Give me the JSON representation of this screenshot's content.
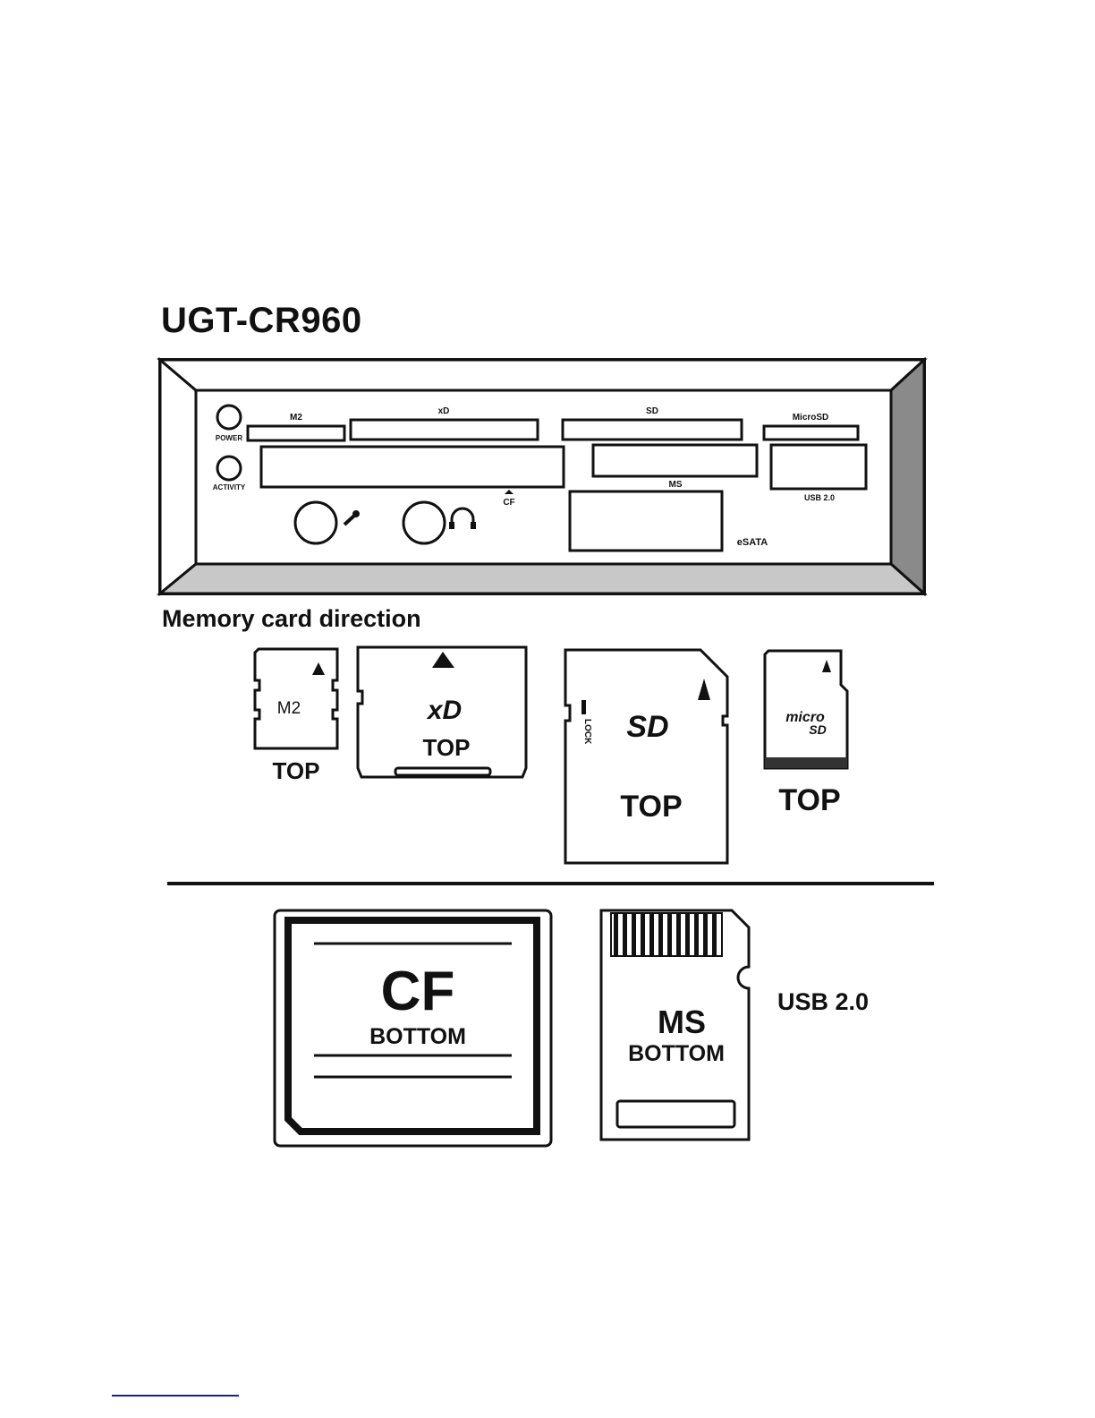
{
  "page": {
    "title": "UGT-CR960",
    "section_heading": "Memory card direction",
    "interface_label": "USB 2.0"
  },
  "panel": {
    "led_power": "POWER",
    "led_activity": "ACTIVITY",
    "slot_m2": "M2",
    "slot_xd": "xD",
    "slot_sd": "SD",
    "slot_microsd": "MicroSD",
    "slot_cf": "CF",
    "slot_ms": "MS",
    "port_usb": "USB 2.0",
    "port_esata": "eSATA"
  },
  "cards": {
    "m2": {
      "face_label": "M2",
      "side": "TOP"
    },
    "xd": {
      "logo": "xD",
      "side": "TOP"
    },
    "sd": {
      "logo": "SD",
      "lock": "LOCK",
      "side": "TOP"
    },
    "microsd": {
      "logo_top": "micro",
      "logo_bottom": "SD",
      "side": "TOP"
    },
    "cf": {
      "face_label": "CF",
      "side": "BOTTOM"
    },
    "ms": {
      "face_label": "MS",
      "side": "BOTTOM"
    }
  },
  "icons": [
    "power-led-icon",
    "activity-led-icon",
    "microphone-icon",
    "headphone-icon",
    "up-arrow-icon"
  ]
}
